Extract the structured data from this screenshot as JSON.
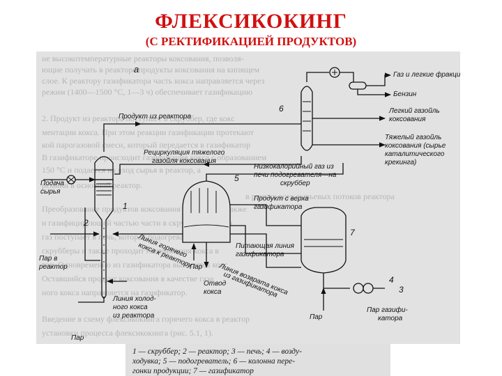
{
  "header": {
    "title": "ФЛЕКСИКОКИНГ",
    "subtitle": "(С РЕКТИФИКАЦИЕЙ ПРОДУКТОВ)"
  },
  "diagram": {
    "marker_a": "а",
    "labels": {
      "gas": "Газ и легкие фракции",
      "benzin": "Бензин",
      "light_gasoil_1": "Легкий газойль",
      "light_gasoil_2": "коксования",
      "heavy_gasoil_1": "Тяжелый газойль",
      "heavy_gasoil_2": "коксования (сырье",
      "heavy_gasoil_3": "каталитического",
      "heavy_gasoil_4": "крекинга)",
      "product_reactor": "Продукт из реактора",
      "recirc_1": "Рециркуляция тяжелого",
      "recirc_2": "газойля коксования",
      "lowcal_1": "Низкокалорийный газ из",
      "lowcal_2": "печи подогревателя—на",
      "lowcal_3": "скруббер",
      "feed_1": "Подача",
      "feed_2": "сырья",
      "product_gasifier_1": "Продукт с верха",
      "product_gasifier_2": "газификатора",
      "hot_coke_1": "Линия горячего",
      "hot_coke_2": "кокса к реактору",
      "feed_line_1": "Питающая линия",
      "feed_line_2": "газификатора",
      "steam_reactor_1": "Пар в",
      "steam_reactor_2": "реактор",
      "return_1": "Линия возврата кокса",
      "return_2": "из газификатора",
      "cold_coke_1": "Линия холод-",
      "cold_coke_2": "ного кокса",
      "cold_coke_3": "из реактора",
      "coke_out_1": "Отвод",
      "coke_out_2": "кокса",
      "steam_1": "Пар",
      "steam_2": "Пар",
      "steam_3": "Пар",
      "steam_gasifier_1": "Пар газифи-",
      "steam_gasifier_2": "катора"
    },
    "numbers": {
      "n1": "1",
      "n2": "2",
      "n3": "3",
      "n4": "4",
      "n5": "5",
      "n6": "6",
      "n7": "7"
    },
    "background_text": [
      "не высокотемпературные реакторы коксования, позволя-",
      "ющие получать в реакторе продукты коксования на кипящем",
      "слое. К реактору газификатора часть кокса направляется через",
      "режим (1400—1500 °С, 1—3 ч) обеспечивает газификацию",
      "2. Продукт из реактора поступает в скруббер, где кокс",
      "ментации кокса. При этом реакции газификации протекают",
      "кой парогазовой смеси, который передается в газификатор",
      "В газификаторе происходит газификация кокса с образованием",
      "150 °С и подается на вход сырья в реактор, а",
      "ремини в основной реактор.",
      "в рамках всех сырьевых потоков реактора",
      "Преобразование продуктов коксования происходит также",
      "и газифицирующей частью части в скруббере, где газ",
      "газ поступает в печь, которая подогревает его",
      "скрубберы и также проходит газификация кокса в",
      "тор. Одновременно из газификатора выводится кокс,",
      "Оставшийся продукт коксования в качестве газа",
      "ного кокса направляется на газификатор.",
      "Введение в схему флексикокинга горячего кокса в реактор",
      "установки процесса флексикокинга (рис. 5.1, 1)."
    ]
  },
  "legend": {
    "line1": "1 — скруббер; 2 — реактор; 3 — печь; 4 — возду-",
    "line2": "ходувка; 5 — подогреватель; 6 — колонна пере-",
    "line3": "гонки продукции; 7 — газификатор"
  }
}
